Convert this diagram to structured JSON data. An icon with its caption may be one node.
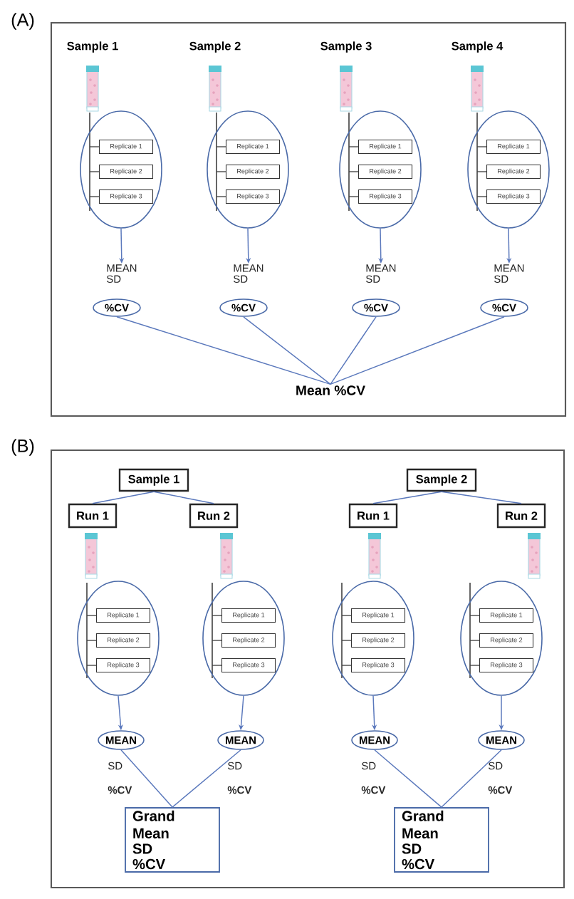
{
  "diagram": {
    "nodes": [
      {
        "text": [],
        "shape": "ellipse"
      },
      {
        "text": [
          "Replicate 1"
        ],
        "in": 0
      },
      {
        "text": [
          "Replicate 2"
        ],
        "in": 0
      },
      {
        "text": [
          "Replicate 3"
        ],
        "in": 0
      },
      {
        "text": [
          "MEAN",
          "SD"
        ]
      },
      {
        "text": [
          "%CV"
        ]
      },
      {
        "text": [],
        "shape": "ellipse"
      },
      {
        "text": [
          "Replicate 1"
        ],
        "in": 6
      },
      {
        "text": [
          "Replicate 2"
        ],
        "in": 6
      },
      {
        "text": [
          "Replicate 3"
        ],
        "in": 6
      },
      {
        "text": [
          "MEAN",
          "SD"
        ]
      },
      {
        "text": [
          "%CV"
        ]
      },
      {
        "text": [],
        "shape": "ellipse"
      },
      {
        "text": [
          "Replicate 1"
        ],
        "in": 12
      },
      {
        "text": [
          "Replicate 2"
        ],
        "in": 12
      },
      {
        "text": [
          "Replicate 3"
        ],
        "in": 12
      },
      {
        "text": [
          "MEAN",
          "SD"
        ]
      },
      {
        "text": [
          "%CV"
        ]
      },
      {
        "text": [],
        "shape": "ellipse"
      },
      {
        "text": [
          "Replicate 1"
        ],
        "in": 18
      },
      {
        "text": [
          "Replicate 2"
        ],
        "in": 18
      },
      {
        "text": [
          "Replicate 3"
        ],
        "in": 18
      },
      {
        "text": [
          "MEAN",
          "SD"
        ]
      },
      {
        "text": [
          "%CV"
        ]
      },
      {
        "text": [
          "Mean %CV"
        ]
      },
      {
        "text": [
          "Sample 1"
        ]
      },
      {
        "text": [
          "Run 1"
        ]
      },
      {
        "text": [
          "Run 2"
        ]
      },
      {
        "text": [
          "Sample 2"
        ]
      },
      {
        "text": [
          "Run 1"
        ]
      },
      {
        "text": [
          "Run 2"
        ]
      },
      {
        "text": [],
        "shape": "ellipse"
      },
      {
        "text": [
          "Replicate 1"
        ],
        "in": 31
      },
      {
        "text": [
          "Replicate 2"
        ],
        "in": 31
      },
      {
        "text": [
          "Replicate 3"
        ],
        "in": 31
      },
      {
        "text": [
          "MEAN"
        ],
        "beside": [
          "SD",
          "%CV"
        ]
      },
      {
        "text": [],
        "shape": "ellipse"
      },
      {
        "text": [
          "Replicate 1"
        ],
        "in": 36
      },
      {
        "text": [
          "Replicate 2"
        ],
        "in": 36
      },
      {
        "text": [
          "Replicate 3"
        ],
        "in": 36
      },
      {
        "text": [
          "MEAN"
        ],
        "beside": [
          "SD",
          "%CV"
        ]
      },
      {
        "text": [],
        "shape": "ellipse"
      },
      {
        "text": [
          "Replicate 1"
        ],
        "in": 41
      },
      {
        "text": [
          "Replicate 2"
        ],
        "in": 41
      },
      {
        "text": [
          "Replicate 3"
        ],
        "in": 41
      },
      {
        "text": [
          "MEAN"
        ],
        "beside": [
          "SD",
          "%CV"
        ]
      },
      {
        "text": [],
        "shape": "ellipse"
      },
      {
        "text": [
          "Replicate 1"
        ],
        "in": 46
      },
      {
        "text": [
          "Replicate 2"
        ],
        "in": 46
      },
      {
        "text": [
          "Replicate 3"
        ],
        "in": 46
      },
      {
        "text": [
          "MEAN"
        ],
        "beside": [
          "SD",
          "%CV"
        ]
      },
      {
        "text": [
          "Grand Mean",
          "SD",
          "%CV"
        ]
      },
      {
        "text": [
          "Grand Mean",
          "SD",
          "%CV"
        ]
      }
    ],
    "edges": [
      {
        "from": 0,
        "to": 4,
        "arrow": "to"
      },
      {
        "from": 5,
        "to": 24,
        "arrow": "none"
      },
      {
        "from": 6,
        "to": 10,
        "arrow": "to"
      },
      {
        "from": 11,
        "to": 24,
        "arrow": "none"
      },
      {
        "from": 12,
        "to": 16,
        "arrow": "to"
      },
      {
        "from": 17,
        "to": 24,
        "arrow": "none"
      },
      {
        "from": 18,
        "to": 22,
        "arrow": "to"
      },
      {
        "from": 23,
        "to": 24,
        "arrow": "none"
      },
      {
        "from": 25,
        "to": 26,
        "arrow": "none"
      },
      {
        "from": 25,
        "to": 27,
        "arrow": "none"
      },
      {
        "from": 28,
        "to": 29,
        "arrow": "none"
      },
      {
        "from": 28,
        "to": 30,
        "arrow": "none"
      },
      {
        "from": 31,
        "to": 35,
        "arrow": "to"
      },
      {
        "from": 35,
        "to": 51,
        "arrow": "none"
      },
      {
        "from": 36,
        "to": 40,
        "arrow": "to"
      },
      {
        "from": 40,
        "to": 51,
        "arrow": "none"
      },
      {
        "from": 41,
        "to": 45,
        "arrow": "to"
      },
      {
        "from": 45,
        "to": 52,
        "arrow": "none"
      },
      {
        "from": 46,
        "to": 50,
        "arrow": "to"
      },
      {
        "from": 50,
        "to": 52,
        "arrow": "none"
      }
    ],
    "labels": [
      "(A)",
      "Sample 1",
      "Sample 2",
      "Sample 3",
      "Sample 4",
      "(B)"
    ]
  }
}
